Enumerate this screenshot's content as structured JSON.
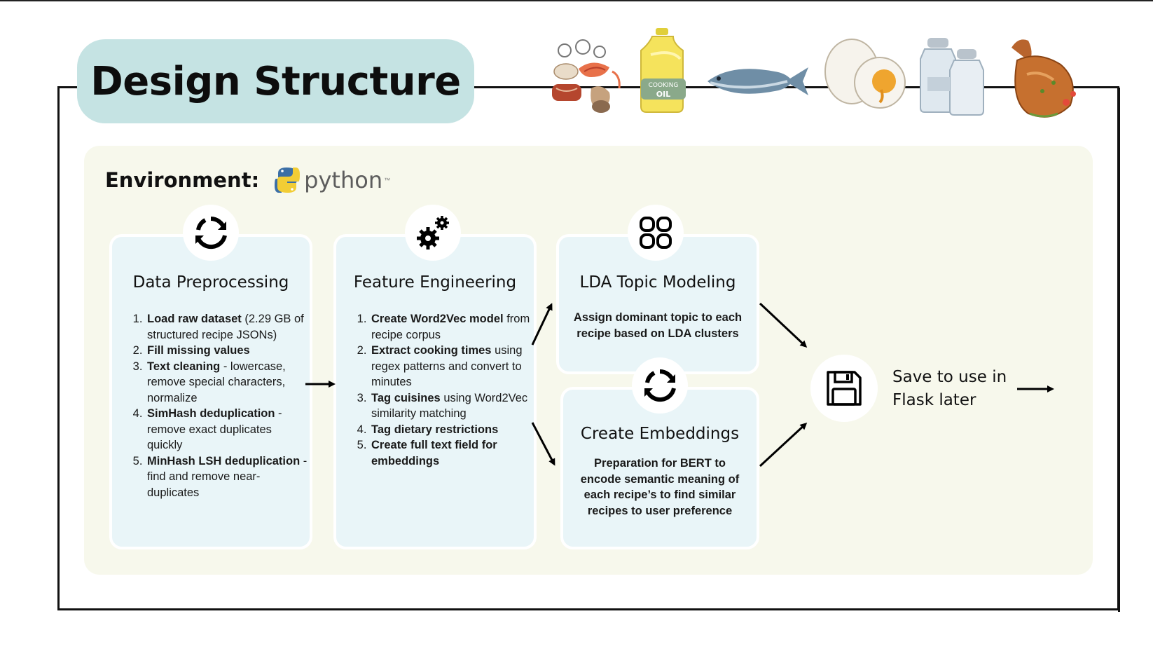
{
  "title": "Design Structure",
  "environment": {
    "label": "Environment:",
    "logo_text": "python",
    "logo_tm": "™",
    "logo_icon": "python-logo-icon"
  },
  "decorations": {
    "food_icons": [
      "seafood-icon",
      "cooking-oil-bottle-icon",
      "fish-icon",
      "egg-icon",
      "salt-shaker-icon",
      "roast-chicken-icon"
    ],
    "oil_label_1": "COOKING",
    "oil_label_2": "OIL"
  },
  "cards": {
    "preprocessing": {
      "icon": "refresh-icon",
      "title": "Data Preprocessing",
      "steps": [
        {
          "bold": "Load raw dataset",
          "rest": " (2.29 GB of structured recipe JSONs)"
        },
        {
          "bold": "Fill missing values",
          "rest": ""
        },
        {
          "bold": "Text cleaning",
          "rest": " - lowercase, remove special characters, normalize"
        },
        {
          "bold": "SimHash deduplication",
          "rest": " - remove exact duplicates quickly"
        },
        {
          "bold": "MinHash LSH deduplication",
          "rest": " - find and remove near-duplicates"
        }
      ]
    },
    "feature": {
      "icon": "gears-icon",
      "title": "Feature Engineering",
      "steps": [
        {
          "bold": "Create Word2Vec model",
          "rest": " from recipe corpus"
        },
        {
          "bold": "Extract cooking times",
          "rest": " using regex patterns and convert to minutes"
        },
        {
          "bold": "Tag cuisines",
          "rest": " using Word2Vec similarity matching"
        },
        {
          "bold": "Tag dietary restrictions",
          "rest": ""
        },
        {
          "bold": "Create full text field for embeddings",
          "rest": ""
        }
      ]
    },
    "lda": {
      "icon": "grid-icon",
      "title": "LDA Topic Modeling",
      "description": "Assign dominant topic to each recipe based on LDA clusters"
    },
    "embeddings": {
      "icon": "refresh-icon",
      "title": "Create Embeddings",
      "description": "Preparation for BERT to encode semantic meaning of each recipe’s to find similar recipes to user preference"
    }
  },
  "save": {
    "icon": "save-disk-icon",
    "line1": "Save to use in",
    "line2": "Flask later"
  }
}
